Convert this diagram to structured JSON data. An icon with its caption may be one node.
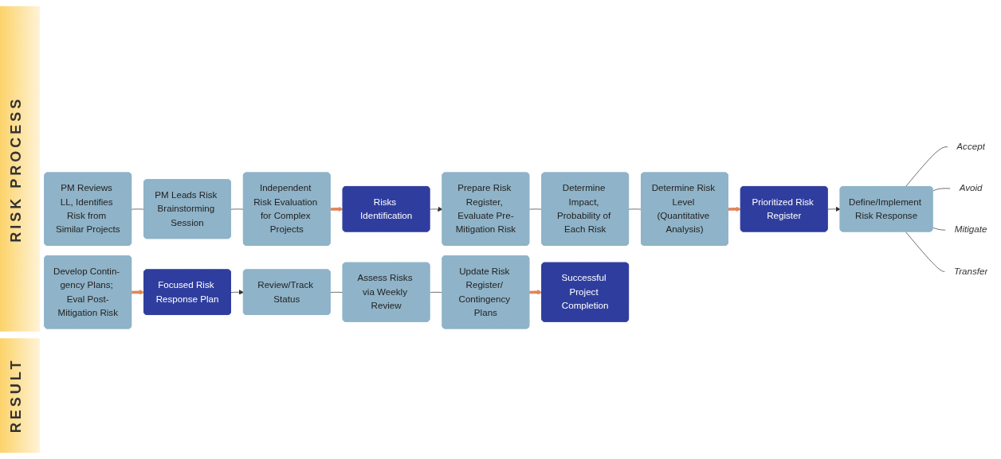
{
  "diagram": {
    "nodes": [
      {
        "text": [
          "PM Reviews LL, Identifies Risk from Similar Projects"
        ]
      },
      {
        "text": [
          "PM Leads Risk Brainstorming Session"
        ]
      },
      {
        "text": [
          "Independent Risk Evaluation for Complex Projects"
        ]
      },
      {
        "text": [
          "Risks Identification"
        ]
      },
      {
        "text": [
          "Prepare Risk Register, Evaluate Pre-Mitigation Risk"
        ]
      },
      {
        "text": [
          "Determine Impact, Probability of Each Risk"
        ]
      },
      {
        "text": [
          "Determine Risk Level (Quantitative Analysis)"
        ]
      },
      {
        "text": [
          "Prioritized Risk Register"
        ]
      },
      {
        "text": [
          "Define/Implement Risk Response"
        ]
      },
      {
        "text": [
          "Accept"
        ]
      },
      {
        "text": [
          "Avoid"
        ]
      },
      {
        "text": [
          "Mitigate"
        ]
      },
      {
        "text": [
          "Transfer"
        ]
      },
      {
        "text": [
          "Develop Contin- gency Plans; Eval Post-Mitigation Risk"
        ]
      },
      {
        "text": [
          "Focused Risk Response Plan"
        ]
      },
      {
        "text": [
          "Review/Track Status"
        ]
      },
      {
        "text": [
          "Assess Risks via Weekly Review"
        ]
      },
      {
        "text": [
          "Update Risk Register/ Contingency Plans"
        ]
      },
      {
        "text": [
          "Successful Project Completion"
        ]
      }
    ],
    "edges": [
      {
        "from": 0,
        "to": 1,
        "arrow": "none"
      },
      {
        "from": 1,
        "to": 2,
        "arrow": "none"
      },
      {
        "from": 2,
        "to": 3,
        "arrow": "to",
        "style": "thick",
        "color": "#e0865a"
      },
      {
        "from": 3,
        "to": 4,
        "arrow": "to"
      },
      {
        "from": 4,
        "to": 5,
        "arrow": "none"
      },
      {
        "from": 5,
        "to": 6,
        "arrow": "none"
      },
      {
        "from": 6,
        "to": 7,
        "arrow": "to",
        "style": "thick",
        "color": "#e0865a"
      },
      {
        "from": 7,
        "to": 8,
        "arrow": "to"
      },
      {
        "from": 8,
        "to": 9,
        "arrow": "none"
      },
      {
        "from": 8,
        "to": 10,
        "arrow": "none"
      },
      {
        "from": 8,
        "to": 11,
        "arrow": "none"
      },
      {
        "from": 8,
        "to": 12,
        "arrow": "none"
      },
      {
        "from": 13,
        "to": 14,
        "arrow": "to",
        "style": "thick",
        "color": "#e0865a"
      },
      {
        "from": 14,
        "to": 15,
        "arrow": "to"
      },
      {
        "from": 15,
        "to": 16,
        "arrow": "none"
      },
      {
        "from": 16,
        "to": 17,
        "arrow": "none"
      },
      {
        "from": 17,
        "to": 18,
        "arrow": "to",
        "style": "thick",
        "color": "#e0865a"
      }
    ],
    "labels": [
      "RISK PROCESS",
      "RESULT"
    ]
  }
}
